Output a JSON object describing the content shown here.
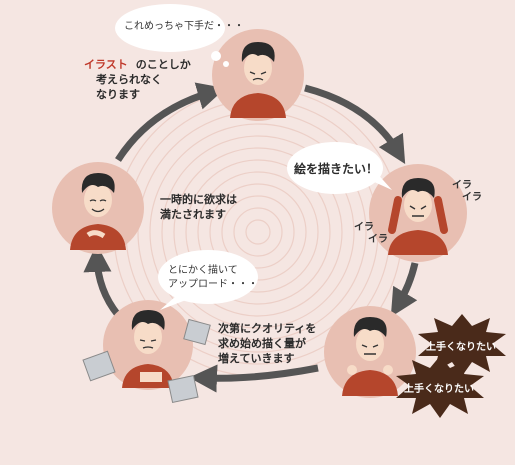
{
  "stages": [
    {
      "id": "top",
      "speech": "これめっちゃ下手だ・・・",
      "caption_line1_highlight": "イラスト",
      "caption_line1_rest": "のことしか",
      "caption_line2": "考えられなく",
      "caption_line3": "なります"
    },
    {
      "id": "right",
      "speech": "絵を描きたい！",
      "effect_right_1": "イラ",
      "effect_right_2": "イラ",
      "effect_left_1": "イラ",
      "effect_left_2": "イラ"
    },
    {
      "id": "bottom-right",
      "burst_1": "上手くなりたい",
      "burst_2": "上手くなりたい",
      "caption_line1": "次第にクオリティを",
      "caption_line2": "求め始め描く量が",
      "caption_line3": "増えていきます"
    },
    {
      "id": "bottom-left",
      "speech_line1": "とにかく描いて",
      "speech_line2": "アップロード・・・"
    },
    {
      "id": "left",
      "caption_line1": "一時的に欲求は",
      "caption_line2": "満たされます"
    }
  ],
  "colors": {
    "background": "#f5e6e2",
    "circle": "#e8bfb2",
    "shirt": "#b5462c",
    "arrow": "#555555",
    "burst": "#4a2a1a",
    "highlight": "#c0392b"
  }
}
